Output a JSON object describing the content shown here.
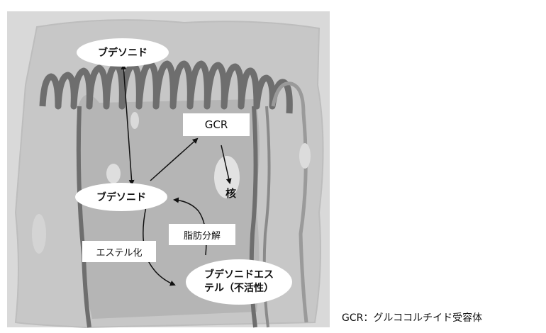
{
  "diagram": {
    "nodes": {
      "budesonide_top": "ブデソニド",
      "budesonide_mid": "ブデソニド",
      "gcr": "GCR",
      "nucleus": "核",
      "ester_line1": "ブデソニドエス",
      "ester_line2": "テル（不活性）"
    },
    "edges": {
      "esterification": "エステル化",
      "lipolysis": "脂肪分解"
    },
    "footnote": "GCR：グルココルチイド受容体"
  },
  "colors": {
    "background": "#d9d9d9",
    "tissue_light": "#c9c9c9",
    "tissue_dark": "#7a7a7a",
    "arrow": "#111111"
  }
}
